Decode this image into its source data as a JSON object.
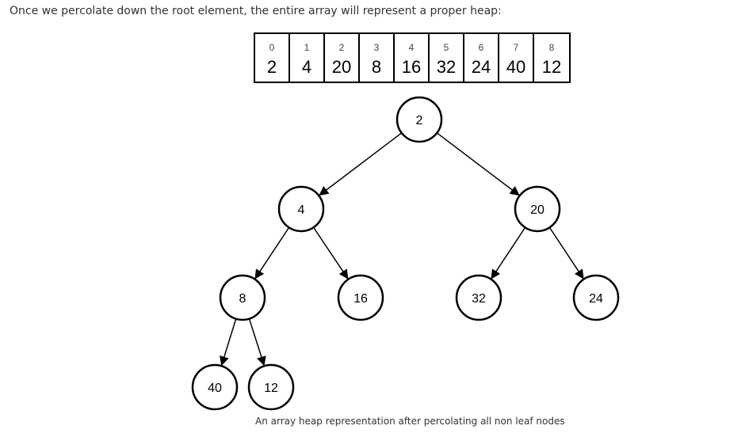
{
  "intro_text": "Once we percolate down the root element, the entire array will represent a proper heap:",
  "caption": "An array heap representation after percolating all non leaf nodes",
  "array": {
    "indices": [
      "0",
      "1",
      "2",
      "3",
      "4",
      "5",
      "6",
      "7",
      "8"
    ],
    "values": [
      "2",
      "4",
      "20",
      "8",
      "16",
      "32",
      "24",
      "40",
      "12"
    ]
  },
  "tree": {
    "nodes": [
      {
        "id": 0,
        "label": "2"
      },
      {
        "id": 1,
        "label": "4"
      },
      {
        "id": 2,
        "label": "20"
      },
      {
        "id": 3,
        "label": "8"
      },
      {
        "id": 4,
        "label": "16"
      },
      {
        "id": 5,
        "label": "32"
      },
      {
        "id": 6,
        "label": "24"
      },
      {
        "id": 7,
        "label": "40"
      },
      {
        "id": 8,
        "label": "12"
      }
    ],
    "edges": [
      [
        0,
        1
      ],
      [
        0,
        2
      ],
      [
        1,
        3
      ],
      [
        1,
        4
      ],
      [
        2,
        5
      ],
      [
        2,
        6
      ],
      [
        3,
        7
      ],
      [
        3,
        8
      ]
    ]
  }
}
